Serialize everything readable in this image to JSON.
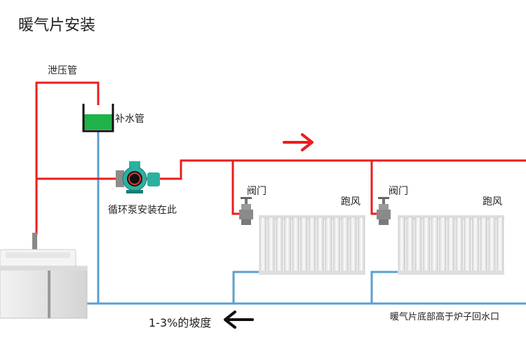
{
  "title": "暖气片安装",
  "labels": {
    "pressure_relief": "泄压管",
    "makeup_water": "补水管",
    "pump_install": "循环泵安装在此",
    "valve_1": "阀门",
    "vent_1": "跑风",
    "valve_2": "阀门",
    "vent_2": "跑风",
    "slope": "1-3%的坡度",
    "radiator_note": "暖气片底部高于炉子回水口"
  },
  "colors": {
    "supply_pipe": "#ee1c1c",
    "return_pipe": "#5aa0d0",
    "water": "#1fb34a",
    "pump": "#2bb0a0",
    "arrow_flow": "#ee1c1c",
    "arrow_slope": "#111111"
  },
  "icons": [
    "flow-arrow-right-icon",
    "slope-arrow-left-icon",
    "gate-valve-icon",
    "circulation-pump-icon",
    "boiler-icon",
    "radiator-icon"
  ]
}
